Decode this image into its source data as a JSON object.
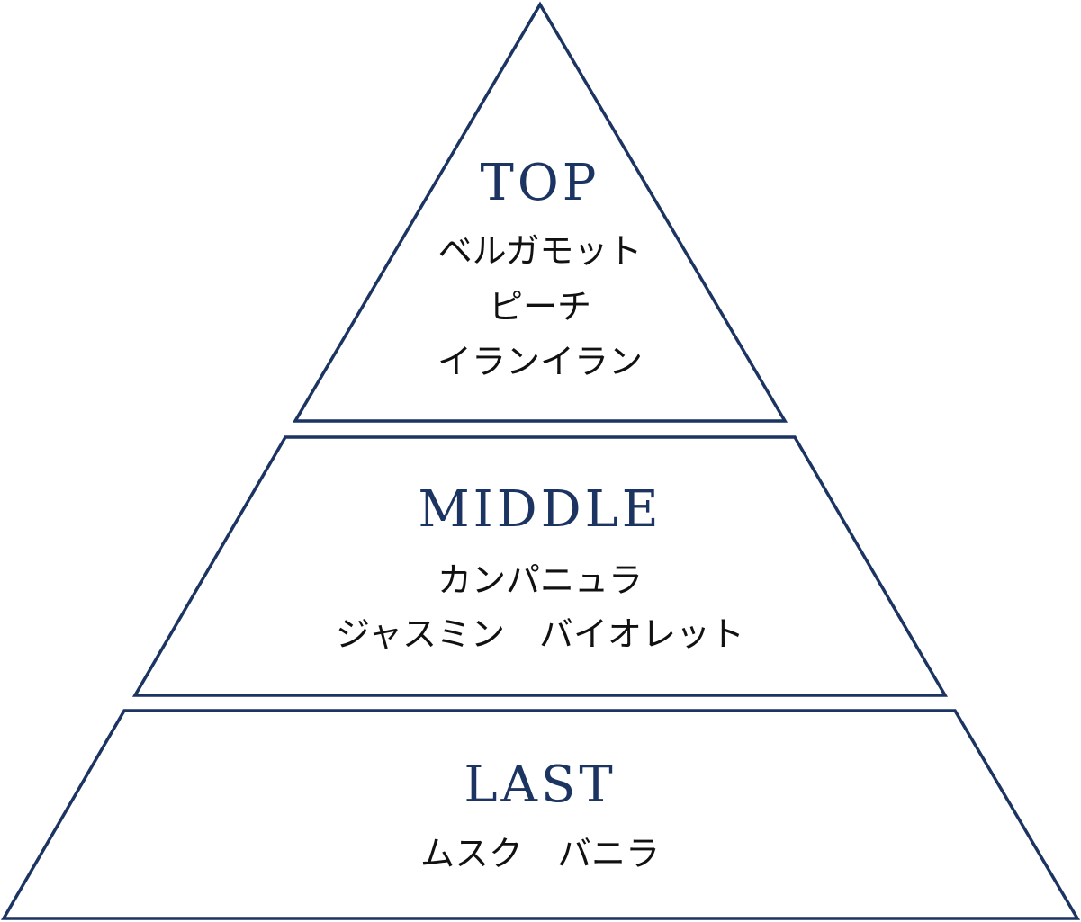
{
  "colors": {
    "outline": "#1c3461",
    "heading": "#1c3461",
    "note_text": "#111111",
    "background": "#ffffff"
  },
  "tiers": [
    {
      "heading": "TOP",
      "notes": [
        "ベルガモット",
        "ピーチ",
        "イランイラン"
      ]
    },
    {
      "heading": "MIDDLE",
      "notes": [
        "カンパニュラ",
        "ジャスミン　バイオレット"
      ]
    },
    {
      "heading": "LAST",
      "notes": [
        "ムスク　バニラ"
      ]
    }
  ]
}
